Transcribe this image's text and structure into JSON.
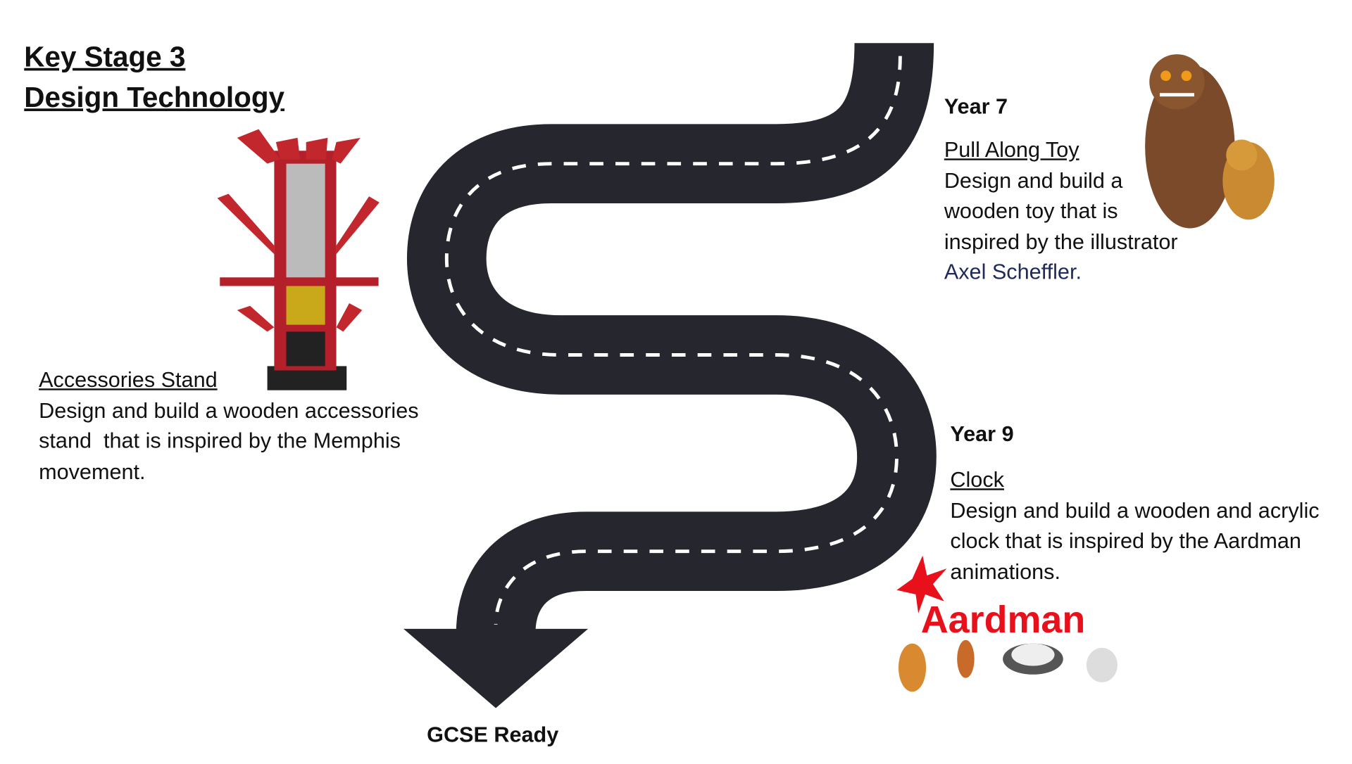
{
  "title": {
    "line1": "Key Stage 3",
    "line2": "Design Technology"
  },
  "year7": {
    "heading": "Year 7",
    "project": "Pull Along Toy",
    "lines": [
      "Design and build a",
      "wooden toy that is",
      "inspired by the illustrator"
    ],
    "name": "Axel Scheffler."
  },
  "year8": {
    "project": "Accessories Stand",
    "lines": [
      "Design and build a wooden accessories",
      "stand  that is inspired by the Memphis",
      "movement."
    ]
  },
  "year9": {
    "heading": "Year 9",
    "project": "Clock",
    "lines": [
      "Design and build a wooden and acrylic",
      "clock that is inspired by the Aardman",
      "animations."
    ]
  },
  "logo": {
    "text": "Aardman"
  },
  "end_label": "GCSE Ready",
  "colors": {
    "road": "#25262e",
    "logo_red": "#e8101a"
  }
}
